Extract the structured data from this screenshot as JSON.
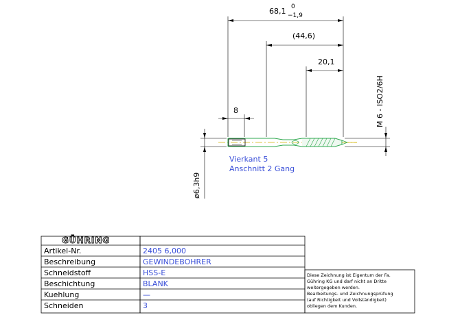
{
  "drawing": {
    "dimensions": {
      "overall_length": "68,1",
      "overall_tol_upper": "0",
      "overall_tol_lower": "−1,9",
      "shank_length": "(44,6)",
      "thread_length": "20,1",
      "square_length": "8",
      "shank_diameter": "ø6,3h9",
      "thread_spec": "M 6 - ISO2/6H"
    },
    "notes": [
      "Vierkant 5",
      "Anschnitt 2 Gang"
    ]
  },
  "title_block": {
    "logo": "GÜHRING",
    "rows": [
      {
        "label": "Artikel-Nr.",
        "value": "2405 6,000"
      },
      {
        "label": "Beschreibung",
        "value": "GEWINDEBOHRER"
      },
      {
        "label": "Schneidstoff",
        "value": "HSS-E"
      },
      {
        "label": "Beschichtung",
        "value": "BLANK"
      },
      {
        "label": "Kuehlung",
        "value": "—"
      },
      {
        "label": "Schneiden",
        "value": "3"
      }
    ],
    "disclaimer": [
      "Diese Zeichnung ist Eigentum der Fa.",
      "Gühring KG und darf nicht an Dritte",
      "weitergegeben werden.",
      "Bearbeitungs- und Zeichnungsprüfung",
      "(auf Richtigkeit und Vollständigkeit)",
      "obliegen dem Kunden."
    ]
  },
  "colors": {
    "line": "#000000",
    "annotation": "#3a4fd8",
    "tool_outline": "#2fa84f",
    "centerline": "#d4b400"
  }
}
